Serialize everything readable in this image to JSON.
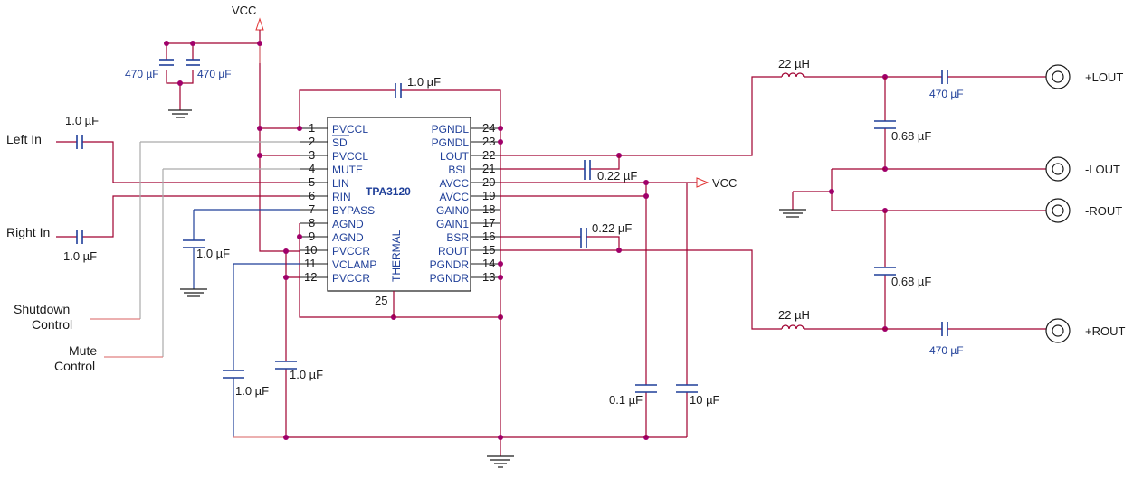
{
  "ic": {
    "name": "TPA3120",
    "thermal_label": "THERMAL",
    "bottom_pin": "25",
    "left_pins": [
      {
        "num": "1",
        "label": "PVCCL"
      },
      {
        "num": "2",
        "label": "SD"
      },
      {
        "num": "3",
        "label": "PVCCL"
      },
      {
        "num": "4",
        "label": "MUTE"
      },
      {
        "num": "5",
        "label": "LIN"
      },
      {
        "num": "6",
        "label": "RIN"
      },
      {
        "num": "7",
        "label": "BYPASS"
      },
      {
        "num": "8",
        "label": "AGND"
      },
      {
        "num": "9",
        "label": "AGND"
      },
      {
        "num": "10",
        "label": "PVCCR"
      },
      {
        "num": "11",
        "label": "VCLAMP"
      },
      {
        "num": "12",
        "label": "PVCCR"
      }
    ],
    "right_pins": [
      {
        "num": "24",
        "label": "PGNDL"
      },
      {
        "num": "23",
        "label": "PGNDL"
      },
      {
        "num": "22",
        "label": "LOUT"
      },
      {
        "num": "21",
        "label": "BSL"
      },
      {
        "num": "20",
        "label": "AVCC"
      },
      {
        "num": "19",
        "label": "AVCC"
      },
      {
        "num": "18",
        "label": "GAIN0"
      },
      {
        "num": "17",
        "label": "GAIN1"
      },
      {
        "num": "16",
        "label": "BSR"
      },
      {
        "num": "15",
        "label": "ROUT"
      },
      {
        "num": "14",
        "label": "PGNDR"
      },
      {
        "num": "13",
        "label": "PGNDR"
      }
    ]
  },
  "labels": {
    "vcc_top": "VCC",
    "vcc_right": "VCC",
    "left_in": "Left In",
    "right_in": "Right In",
    "shutdown_1": "Shutdown",
    "shutdown_2": "Control",
    "mute_1": "Mute",
    "mute_2": "Control",
    "plus_lout": "+LOUT",
    "minus_lout": "-LOUT",
    "minus_rout": "-ROUT",
    "plus_rout": "+ROUT"
  },
  "components": {
    "c_supply_a": "470 µF",
    "c_supply_b": "470 µF",
    "c_top": "1.0 µF",
    "c_leftin": "1.0 µF",
    "c_rightin": "1.0 µF",
    "c_bypass": "1.0 µF",
    "c_vclamp": "1.0 µF",
    "c_pvccr": "1.0 µF",
    "c_bsl": "0.22 µF",
    "c_bsr": "0.22 µF",
    "c_avcc_a": "0.1 µF",
    "c_avcc_b": "10 µF",
    "l_left": "22 µH",
    "l_right": "22 µH",
    "c_out_l": "470 µF",
    "c_out_r": "470 µF",
    "c_filt_l": "0.68 µF",
    "c_filt_r": "0.68 µF"
  }
}
